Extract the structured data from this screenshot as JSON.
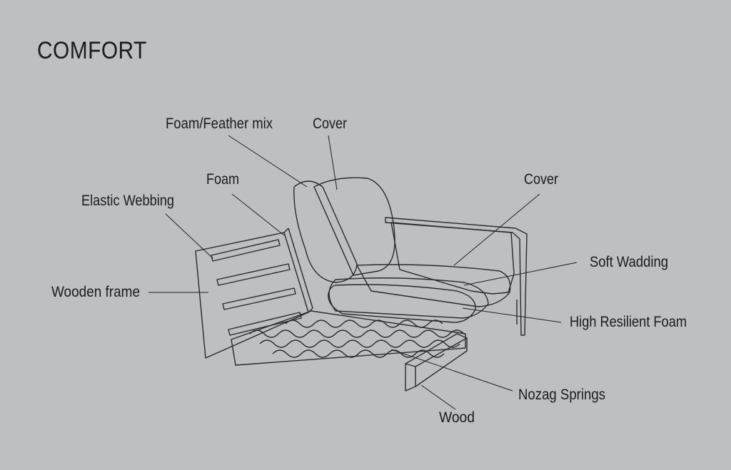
{
  "title": "COMFORT",
  "labels": {
    "foam_feather_mix": "Foam/Feather mix",
    "cover_top": "Cover",
    "foam": "Foam",
    "elastic_webbing": "Elastic Webbing",
    "wooden_frame": "Wooden frame",
    "cover_right": "Cover",
    "soft_wadding": "Soft Wadding",
    "high_resilient_foam": "High Resilient Foam",
    "nozag_springs": "Nozag Springs",
    "wood": "Wood"
  },
  "colors": {
    "background": "#bdbfc0",
    "line": "#2a2a2a",
    "fill": "#bdbfc0"
  }
}
